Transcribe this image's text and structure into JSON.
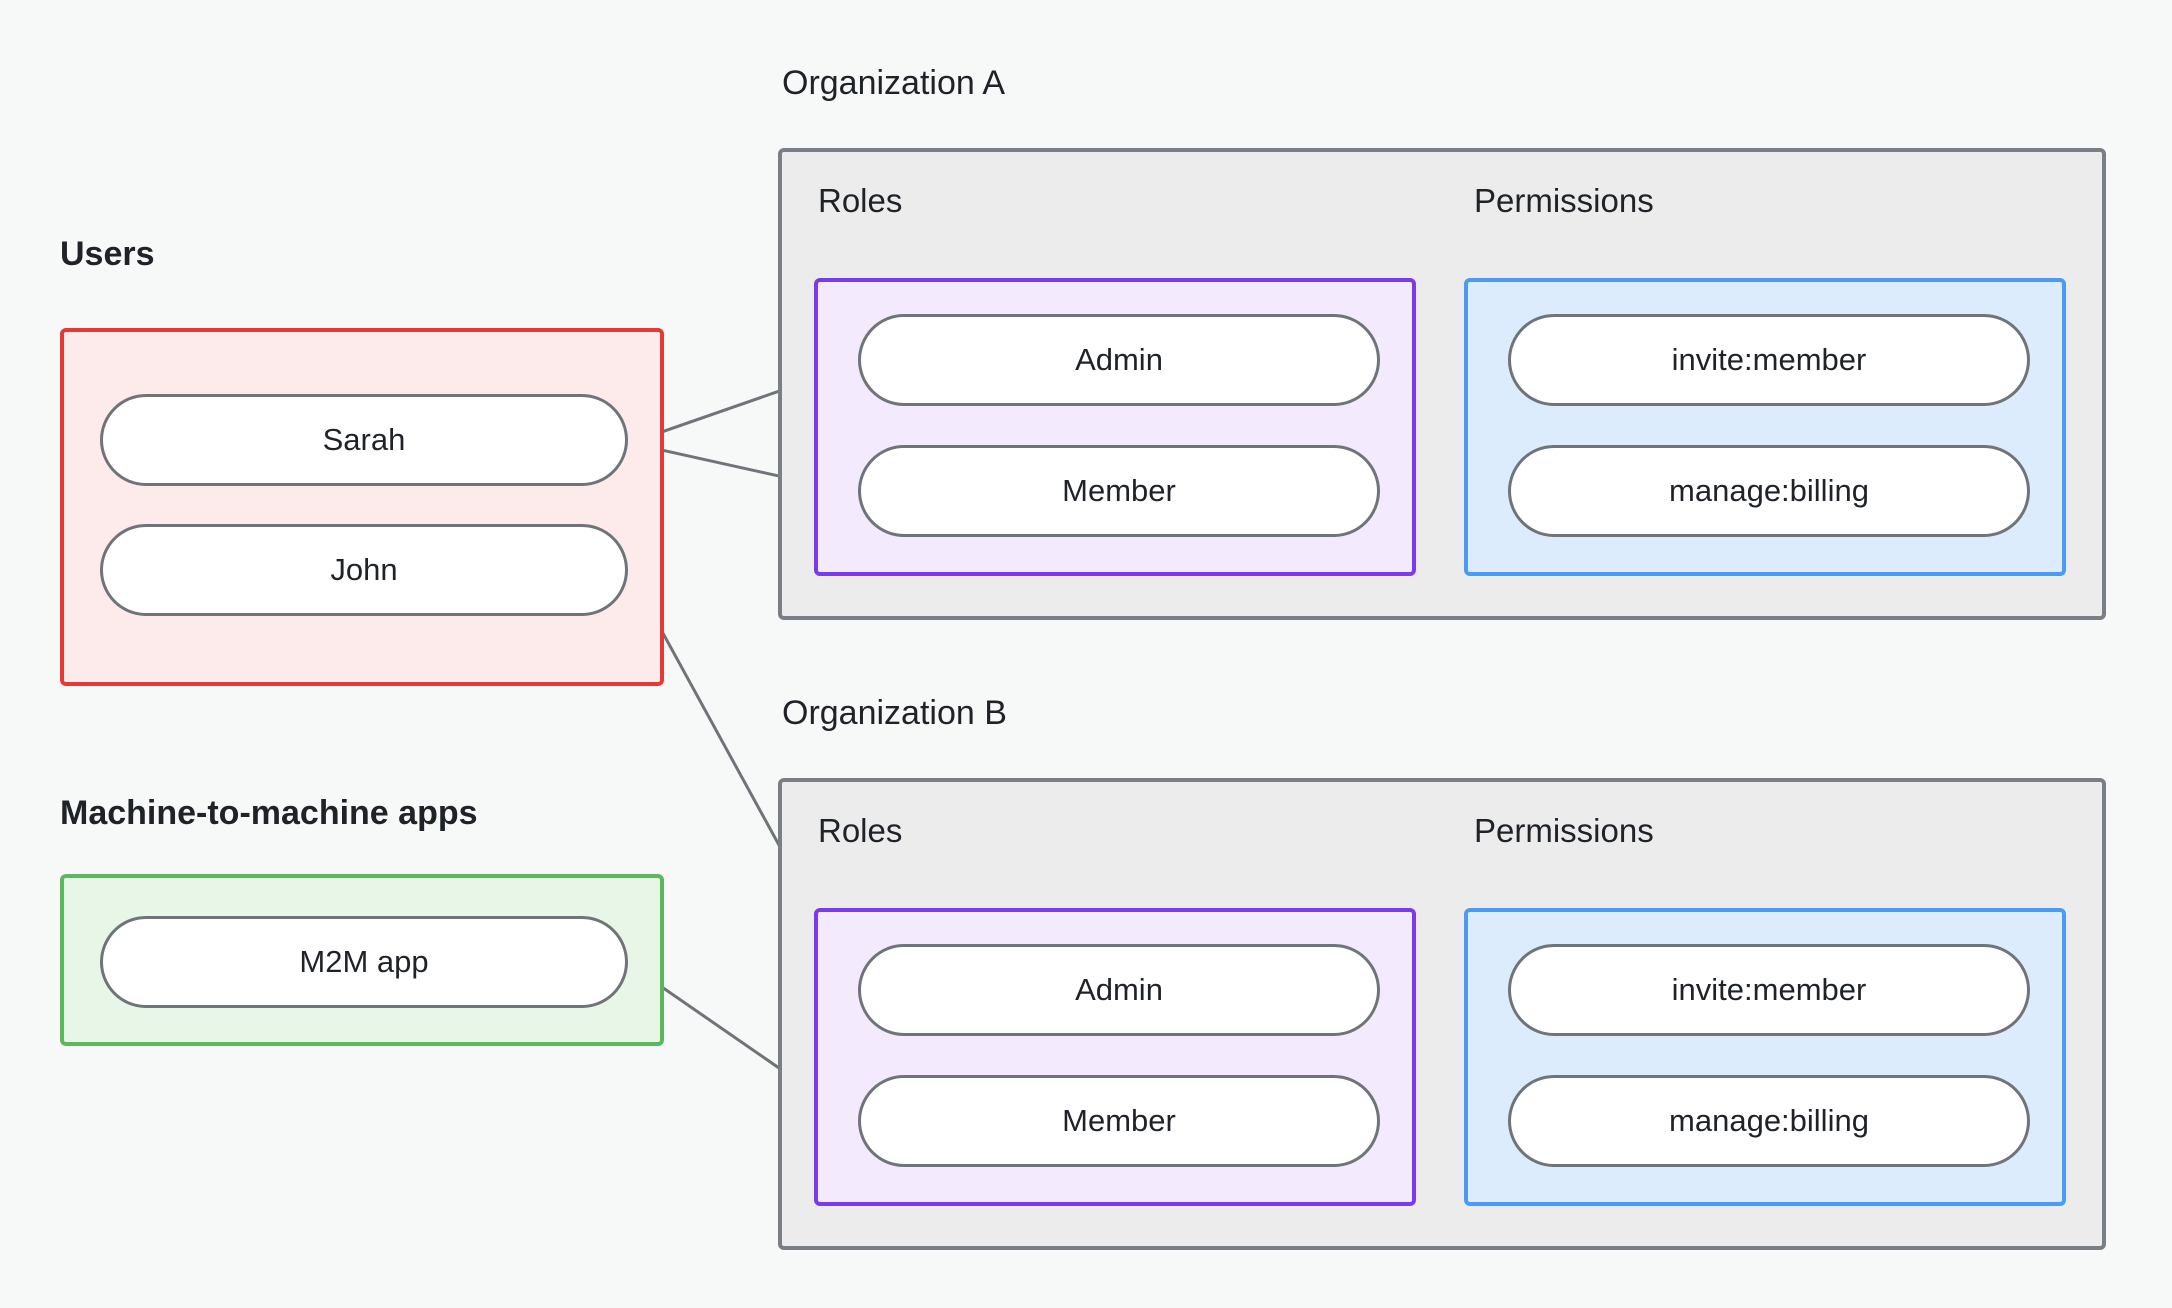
{
  "diagram": {
    "title_users": "Users",
    "title_m2m": "Machine-to-machine apps",
    "org_a_label": "Organization A",
    "org_b_label": "Organization B",
    "roles_label": "Roles",
    "permissions_label": "Permissions",
    "users": [
      "Sarah",
      "John"
    ],
    "m2m_apps": [
      "M2M app"
    ],
    "org_a": {
      "name": "Organization A",
      "roles": [
        "Admin",
        "Member"
      ],
      "permissions": [
        "invite:member",
        "manage:billing"
      ]
    },
    "org_b": {
      "name": "Organization B",
      "roles": [
        "Admin",
        "Member"
      ],
      "permissions": [
        "invite:member",
        "manage:billing"
      ]
    },
    "edges": [
      {
        "from": "Sarah",
        "to": "Organization A / Admin"
      },
      {
        "from": "Sarah",
        "to": "Organization A / Member"
      },
      {
        "from": "John",
        "to": "Organization B / Admin"
      },
      {
        "from": "M2M app",
        "to": "Organization B / Member"
      },
      {
        "from": "Organization A / Admin",
        "to": "Organization A / invite:member"
      },
      {
        "from": "Organization A / Admin",
        "to": "Organization A / manage:billing"
      },
      {
        "from": "Organization A / Member",
        "to": "Organization A / manage:billing"
      },
      {
        "from": "Organization B / Admin",
        "to": "Organization B / invite:member"
      },
      {
        "from": "Organization B / Admin",
        "to": "Organization B / manage:billing"
      },
      {
        "from": "Organization B / Member",
        "to": "Organization B / manage:billing"
      }
    ],
    "colors": {
      "background": "#f7f8f8",
      "users_border": "#e53935",
      "users_fill": "#fdeaea",
      "m2m_border": "#5cb85c",
      "m2m_fill": "#e8f6e8",
      "org_border": "#7a7f85",
      "org_fill": "#ececec",
      "roles_border": "#7c3aed",
      "roles_fill": "#f3eafd",
      "permissions_border": "#4a9bf5",
      "permissions_fill": "#ddecfd",
      "node_border": "#6f7479",
      "node_fill": "#ffffff",
      "edge": "#6f7479",
      "text": "#1f2328"
    }
  }
}
